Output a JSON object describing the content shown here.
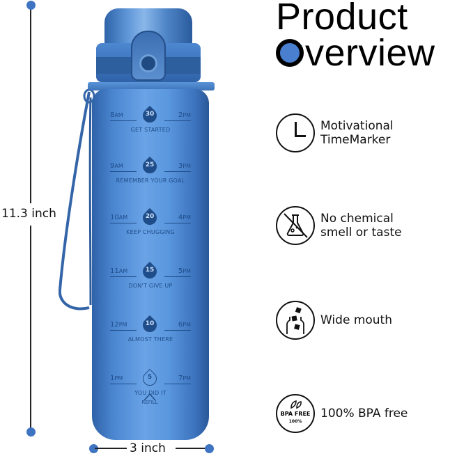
{
  "title": {
    "line1": "Product",
    "line2_rest": "verview"
  },
  "dimensions": {
    "height": "11.3 inch",
    "width": "3 inch"
  },
  "accent_color": "#4a7fd0",
  "bottle": {
    "markers": [
      {
        "left_num": "8",
        "left_suf": "AM",
        "right_num": "2",
        "right_suf": "PM",
        "oz": "30",
        "caption": "GET STARTED"
      },
      {
        "left_num": "9",
        "left_suf": "AM",
        "right_num": "3",
        "right_suf": "PM",
        "oz": "25",
        "caption": "REMEMBER YOUR GOAL"
      },
      {
        "left_num": "10",
        "left_suf": "AM",
        "right_num": "4",
        "right_suf": "PM",
        "oz": "20",
        "caption": "KEEP CHUGGING"
      },
      {
        "left_num": "11",
        "left_suf": "AM",
        "right_num": "5",
        "right_suf": "PM",
        "oz": "15",
        "caption": "DON'T GIVE UP"
      },
      {
        "left_num": "12",
        "left_suf": "PM",
        "right_num": "6",
        "right_suf": "PM",
        "oz": "10",
        "caption": "ALMOST THERE"
      },
      {
        "left_num": "1",
        "left_suf": "PM",
        "right_num": "7",
        "right_suf": "PM",
        "oz": "5",
        "caption": "YOU DID IT"
      }
    ],
    "refill": "REFILL"
  },
  "features": [
    {
      "icon": "clock-icon",
      "line1": "Motivational",
      "line2": "TimeMarker"
    },
    {
      "icon": "no-chemical-flask-icon",
      "line1": "No chemical",
      "line2": "smell or taste"
    },
    {
      "icon": "wide-mouth-icon",
      "line1": "Wide mouth",
      "line2": ""
    },
    {
      "icon": "bpa-free-badge-icon",
      "line1": "100% BPA free",
      "line2": "",
      "badge_main": "BPA FREE",
      "badge_sub": "100%"
    }
  ]
}
